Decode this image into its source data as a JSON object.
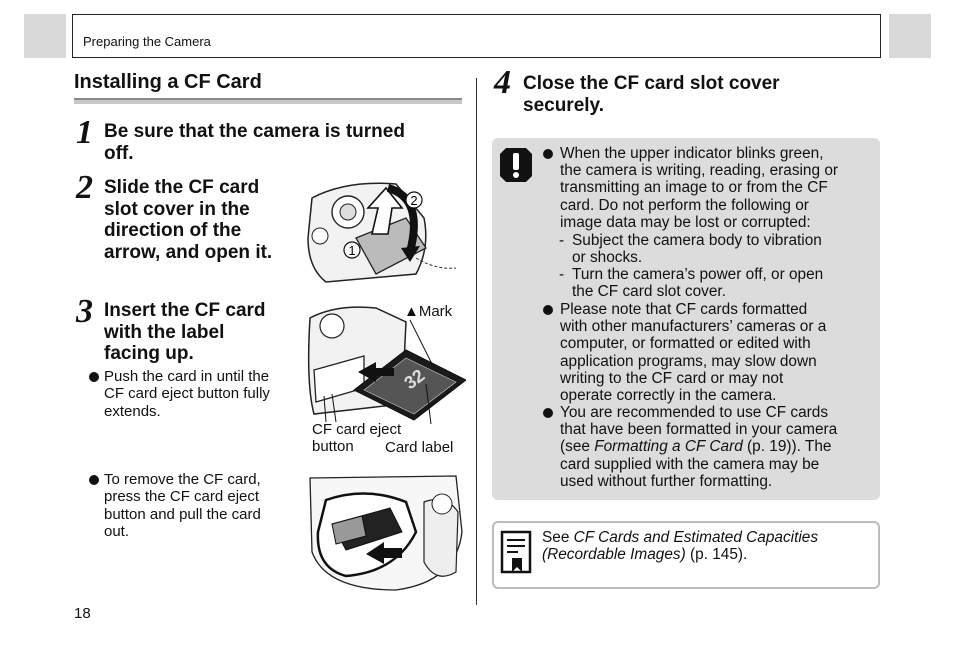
{
  "header": {
    "chapter": "Preparing the Camera"
  },
  "section_title": "Installing a CF Card",
  "steps": [
    {
      "num": "1",
      "line1": "Be sure that the camera is turned",
      "line2": "off."
    },
    {
      "num": "2",
      "lines": [
        "Slide the CF card",
        "slot cover in the",
        "direction of the",
        "arrow, and open it."
      ]
    },
    {
      "num": "3",
      "lines": [
        "Insert the CF card",
        "with the label",
        "facing up."
      ]
    },
    {
      "num": "4",
      "lines": [
        "Close the CF card slot cover",
        "securely."
      ]
    }
  ],
  "step3_bullets": [
    {
      "lines": [
        "Push the card in until the",
        "CF card eject button fully",
        "extends."
      ]
    },
    {
      "lines": [
        "To remove the CF card,",
        "press the CF card eject",
        "button and pull the card",
        "out."
      ]
    }
  ],
  "illustration_labels": {
    "arrow_1": "1",
    "arrow_2": "2",
    "mark": "▲Mark",
    "eject_button_l1": "CF card eject",
    "eject_button_l2": "button",
    "card_label": "Card label"
  },
  "caution": {
    "b1": [
      "When the upper indicator blinks green,",
      "the camera is writing, reading, erasing or",
      "transmitting an image to or from the CF",
      "card. Do not perform the following or",
      "image data may be lost or corrupted:"
    ],
    "d1": [
      "Subject the camera body to vibration",
      "or shocks."
    ],
    "d2": [
      "Turn the camera’s power off, or open",
      "the CF card slot cover."
    ],
    "b2": [
      "Please note that CF cards formatted",
      "with other manufacturers’ cameras or a",
      "computer, or formatted or edited with",
      "application programs, may slow down",
      "writing to the CF card or may not",
      "operate correctly in the camera."
    ],
    "b3_l1": "You are recommended to use CF cards",
    "b3_l2": "that have been formatted in your camera",
    "b3_l3_pre": "(see ",
    "b3_l3_italic": "Formatting a CF Card",
    "b3_l3_post": " (p. 19)). The",
    "b3_l4": "card supplied with the camera may be",
    "b3_l5": "used without further formatting."
  },
  "reference": {
    "see": "See ",
    "title_l1": "CF Cards and Estimated Capacities",
    "title_l2": "(Recordable Images)",
    "page": " (p. 145)."
  },
  "page_number": "18"
}
